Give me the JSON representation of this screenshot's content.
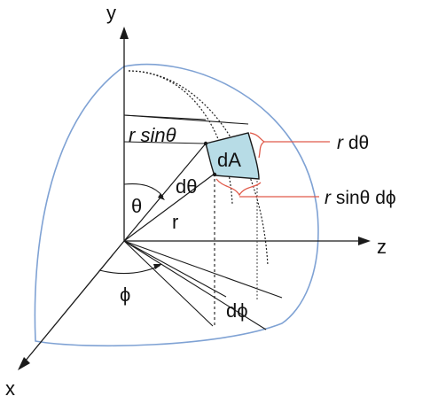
{
  "diagram": {
    "axes": {
      "x": "x",
      "y": "y",
      "z": "z"
    },
    "angles": {
      "theta": "θ",
      "phi": "ϕ"
    },
    "radius_label": "r",
    "r_sin_theta": {
      "r": "r",
      "rest": " sinθ"
    },
    "d_theta": "dθ",
    "d_phi": "dϕ",
    "area_element": "dA",
    "callout_r_dtheta": {
      "r": "r",
      "rest": " dθ"
    },
    "callout_r_sin_dphi": {
      "r": "r",
      "rest": " sinθ dϕ"
    },
    "colors": {
      "sphere_outline": "#7fa2d4",
      "patch_fill": "#b7dce6",
      "patch_border": "#1a1a1a",
      "bracket": "#e05a4a",
      "lines": "#1a1a1a"
    }
  }
}
